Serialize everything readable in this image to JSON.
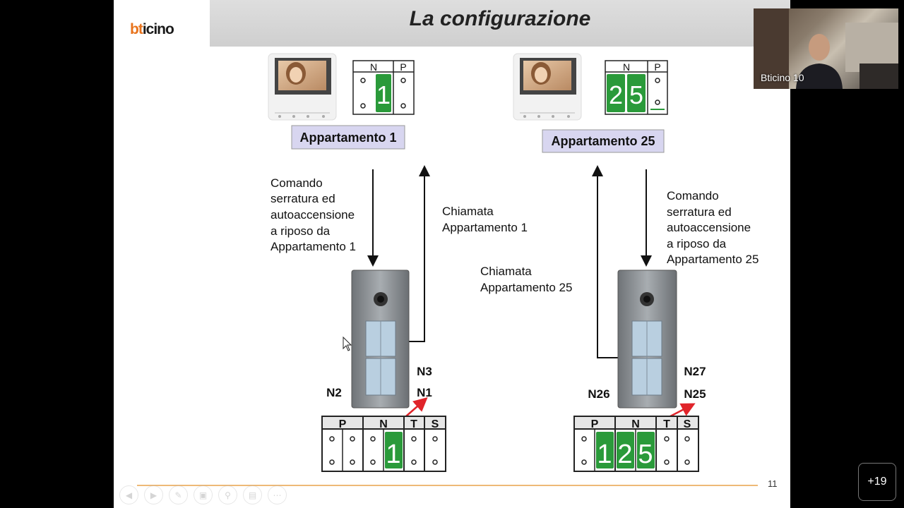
{
  "slide": {
    "brand_lead": "bt",
    "brand_rest": "icino",
    "title": "La configurazione",
    "apt1": {
      "label": "Appartamento 1",
      "header_n": "N",
      "header_p": "P",
      "digit": "1",
      "command_text": [
        "Comando",
        "serratura ed",
        "autoaccensione",
        "a riposo da",
        "Appartamento 1"
      ],
      "call_text": [
        "Chiamata",
        "Appartamento 1"
      ],
      "node_left": "N2",
      "node_top": "N3",
      "node_right": "N1",
      "strip_headers": [
        "P",
        "N",
        "T",
        "S"
      ],
      "strip_digit": "1"
    },
    "apt25": {
      "label": "Appartamento 25",
      "header_n": "N",
      "header_p": "P",
      "digits": [
        "2",
        "5"
      ],
      "command_text": [
        "Comando",
        "serratura ed",
        "autoaccensione",
        "a riposo da",
        "Appartamento 25"
      ],
      "call_text": [
        "Chiamata",
        "Appartamento 25"
      ],
      "node_left": "N26",
      "node_top": "N27",
      "node_right": "N25",
      "strip_headers": [
        "P",
        "N",
        "T",
        "S"
      ],
      "strip_digits": [
        "1",
        "2",
        "5"
      ]
    },
    "page_number": "11"
  },
  "webcam": {
    "name": "Bticino 10"
  },
  "participants_more": "+19",
  "colors": {
    "accent_orange": "#e8731c",
    "switch_green": "#2a9a3a",
    "arrow_red": "#e0242a",
    "label_fill": "#d8d6f0"
  }
}
